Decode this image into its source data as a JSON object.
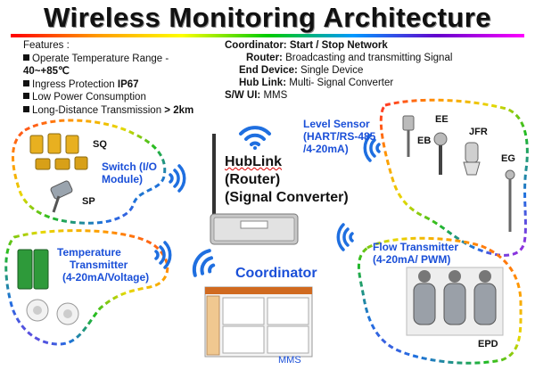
{
  "title": "Wireless Monitoring Architecture",
  "features": {
    "heading": "Features :",
    "items": [
      {
        "text": "Operate Temperature  Range  -",
        "bold": "",
        "bullet": "square"
      },
      {
        "text": "",
        "bold": "40~+85℃",
        "bullet": "none"
      },
      {
        "text": "Ingress Protection ",
        "bold": "IP67",
        "bullet": "square"
      },
      {
        "text": "Low Power Consumption",
        "bold": "",
        "bullet": "square"
      },
      {
        "text": "Long-Distance Transmission ",
        "bold": "> 2km",
        "bullet": "square"
      }
    ]
  },
  "roles": [
    {
      "name": "Coordinator:",
      "desc": "Start / Stop Network"
    },
    {
      "name": "Router:",
      "desc": "Broadcasting  and transmitting Signal"
    },
    {
      "name": "End Device:",
      "desc": "Single Device"
    },
    {
      "name": "Hub Link:",
      "desc": "Multi- Signal Converter"
    },
    {
      "name": "S/W  UI:",
      "desc": "MMS"
    }
  ],
  "hublink": {
    "line1": "HubLink",
    "line2": "(Router)",
    "line3": "(Signal Converter)"
  },
  "coordinator": {
    "label": "Coordinator",
    "mms": "MMS"
  },
  "switch": {
    "label1": "Switch (I/O",
    "label2": "Module)",
    "sq": "SQ",
    "sp": "SP"
  },
  "temperature": {
    "label1": "Temperature",
    "label2": "Transmitter",
    "label3": "(4-20mA/Voltage)"
  },
  "level": {
    "label1": "Level Sensor",
    "label2": "(HART/RS-485",
    "label3": "/4-20mA)",
    "ee": "EE",
    "eb": "EB",
    "jfr": "JFR",
    "eg": "EG"
  },
  "flow": {
    "label1": "Flow Transmitter",
    "label2": "(4-20mA/ PWM)",
    "epd": "EPD"
  },
  "colors": {
    "label_blue": "#1a4fd8",
    "wifi_blue": "#1f6fe0",
    "text": "#111111"
  }
}
